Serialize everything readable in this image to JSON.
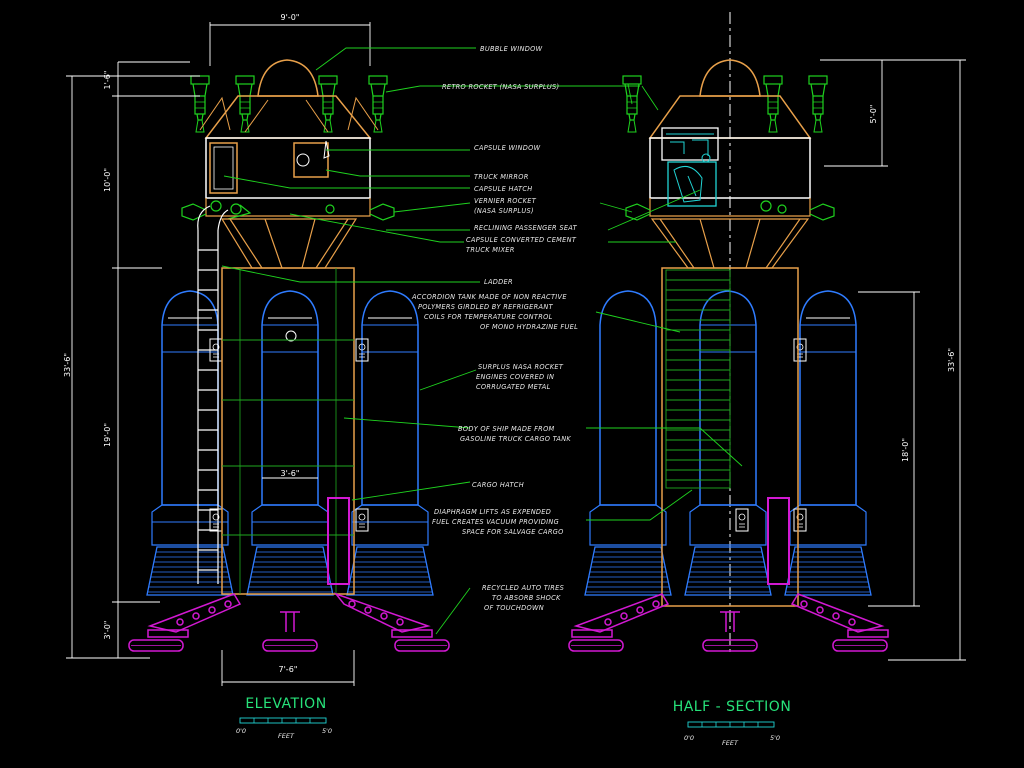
{
  "colors": {
    "background": "#000000",
    "capsule": "#ffffff",
    "rockets": "#2f7cff",
    "retro": "#1fd21f",
    "body": "#e8a04a",
    "trim": "#1fa81f",
    "legs": "#d219d2",
    "leader": "#1fd21f",
    "cyan": "#21d4d4",
    "title": "#27e27a"
  },
  "titles": {
    "elevation": "ELEVATION",
    "half_section": "HALF - SECTION"
  },
  "scale_bar": {
    "start": "0'0",
    "end": "5'0",
    "unit": "FEET"
  },
  "dimensions": {
    "top_width": "9'-0\"",
    "overall_height_left": "33'-6\"",
    "overall_height_right": "33'-6\"",
    "seg_1_6": "1'-6\"",
    "seg_10_0": "10'-0\"",
    "seg_19_0": "19'-0\"",
    "seg_3_0": "3'-0\"",
    "booster_width": "3'-6\"",
    "base_width": "7'-6\"",
    "capsule_height_right": "5'-0\"",
    "booster_height_right": "18'-0\""
  },
  "annotations": [
    {
      "text": "BUBBLE WINDOW"
    },
    {
      "text": "RETRO ROCKET (NASA SURPLUS)"
    },
    {
      "text": "CAPSULE WINDOW"
    },
    {
      "text": "TRUCK MIRROR"
    },
    {
      "text": "CAPSULE HATCH"
    },
    {
      "text": "VERNIER ROCKET"
    },
    {
      "text": "(NASA SURPLUS)"
    },
    {
      "text": "RECLINING PASSENGER SEAT"
    },
    {
      "text": "CAPSULE CONVERTED CEMENT"
    },
    {
      "text": "TRUCK MIXER"
    },
    {
      "text": "LADDER"
    },
    {
      "text": "ACCORDION TANK MADE OF NON REACTIVE"
    },
    {
      "text": "POLYMERS GIRDLED BY REFRIGERANT"
    },
    {
      "text": "COILS FOR  TEMPERATURE CONTROL"
    },
    {
      "text": "OF MONO HYDRAZINE FUEL"
    },
    {
      "text": "SURPLUS NASA ROCKET"
    },
    {
      "text": "ENGINES COVERED IN"
    },
    {
      "text": "CORRUGATED METAL"
    },
    {
      "text": "BODY OF SHIP MADE FROM"
    },
    {
      "text": "GASOLINE TRUCK CARGO TANK"
    },
    {
      "text": "CARGO HATCH"
    },
    {
      "text": "DIAPHRAGM LIFTS AS EXPENDED"
    },
    {
      "text": "FUEL CREATES VACUUM PROVIDING"
    },
    {
      "text": "SPACE FOR SALVAGE CARGO"
    },
    {
      "text": "RECYCLED AUTO TIRES"
    },
    {
      "text": "TO ABSORB SHOCK"
    },
    {
      "text": "OF TOUCHDOWN"
    }
  ]
}
